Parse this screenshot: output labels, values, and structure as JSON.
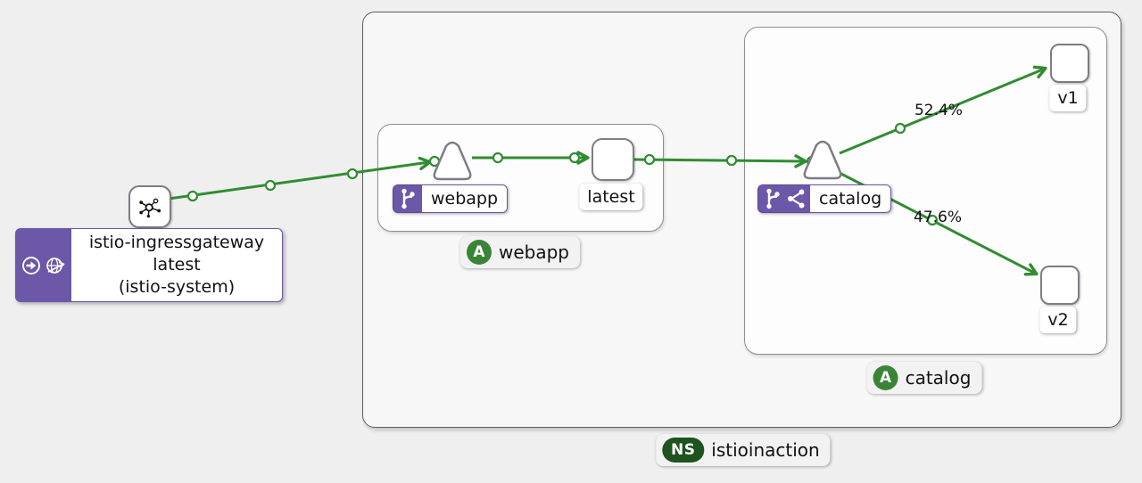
{
  "colors": {
    "background": "#efefef",
    "edge_green": "#318c31",
    "node_border_gray": "#7d7d85",
    "istio_purple": "#6c57a8",
    "app_badge_green": "#398439",
    "ns_badge_green": "#1e521e"
  },
  "nodes": {
    "gateway": {
      "line1": "istio-ingressgateway",
      "line2": "latest",
      "line3": "(istio-system)"
    },
    "webapp_service": {
      "label": "webapp"
    },
    "webapp_workload": {
      "label": "latest"
    },
    "catalog_service": {
      "label": "catalog"
    },
    "catalog_v1": {
      "label": "v1"
    },
    "catalog_v2": {
      "label": "v2"
    }
  },
  "groups": {
    "namespace": {
      "badge": "NS",
      "label": "istioinaction"
    },
    "webapp_app": {
      "badge": "A",
      "label": "webapp"
    },
    "catalog_app": {
      "badge": "A",
      "label": "catalog"
    }
  },
  "traffic_edges": [
    {
      "from": "istio-ingressgateway",
      "to": "webapp-service",
      "percent": ""
    },
    {
      "from": "webapp-service",
      "to": "webapp-latest",
      "percent": ""
    },
    {
      "from": "webapp-latest",
      "to": "catalog-service",
      "percent": ""
    },
    {
      "from": "catalog-service",
      "to": "catalog-v1",
      "percent": "52.4%"
    },
    {
      "from": "catalog-service",
      "to": "catalog-v2",
      "percent": "47.6%"
    }
  ],
  "icons": {
    "gateway_node": "mesh-hub-icon",
    "root_badge": "arrow-circle-right-icon",
    "gateway_badge": "globe-arrow-icon",
    "virtual_service_badge": "code-branch-icon",
    "traffic_split_badge": "share-alt-icon"
  }
}
